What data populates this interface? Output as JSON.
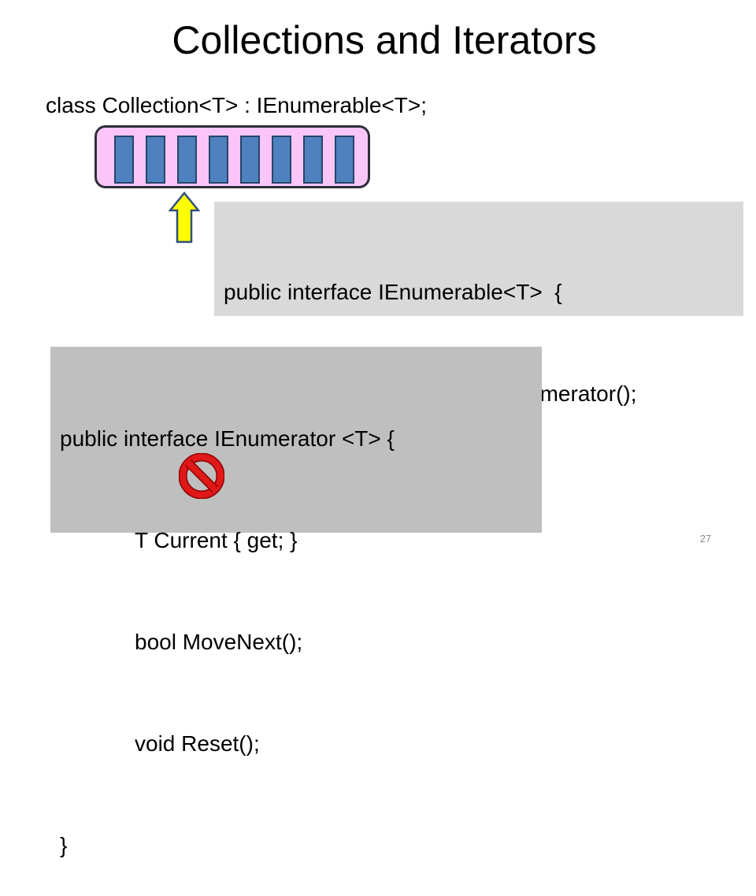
{
  "slide": {
    "title": "Collections and Iterators",
    "class_declaration": "class Collection<T> : IEnumerable<T>;",
    "page_number": "27"
  },
  "collection_diagram": {
    "item_count": 8,
    "colors": {
      "container_fill": "#f9c6f7",
      "item_fill": "#4e81bd",
      "arrow_fill": "#ffff00",
      "arrow_stroke": "#2f4f7f"
    }
  },
  "ienumerable_code": {
    "lines": [
      "public interface IEnumerable<T>  {",
      "IEnumerator<T> GetEnumerator();",
      "}"
    ],
    "background": "#d9d9d9"
  },
  "ienumerator_code": {
    "lines": [
      "public interface IEnumerator <T> {",
      "T Current { get; }",
      "bool MoveNext();",
      "void Reset();",
      "}"
    ],
    "background": "#bfbfbf"
  },
  "icons": {
    "pointer": "up-arrow-icon",
    "prohibited": "no-entry-icon"
  }
}
